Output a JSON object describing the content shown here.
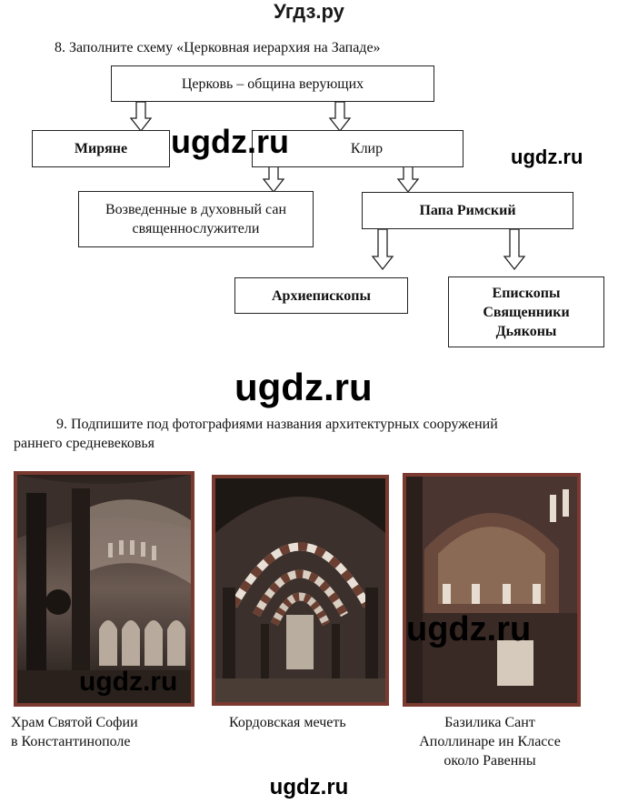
{
  "site": {
    "title": "Угдз.ру"
  },
  "task8": {
    "text": "8. Заполните схему «Церковная иерархия на Западе»",
    "nodes": {
      "church": "Церковь – община верующих",
      "laity": "Миряне",
      "clergy": "Клир",
      "ordained_line1": "Возведенные в духовный сан",
      "ordained_line2": "священнослужители",
      "pope": "Папа  Римский",
      "archbishops": "Архиепископы",
      "bishops": "Епископы",
      "priests": "Священники",
      "deacons": "Дьяконы"
    }
  },
  "task9": {
    "text_line1": "9. Подпишите под фотографиями названия архитектурных сооружений",
    "text_line2": "раннего средневековья",
    "captions": {
      "sofia_line1": "Храм Святой Софии",
      "sofia_line2": "в Константинополе",
      "cordoba": "Кордовская мечеть",
      "basilica_line1": "Базилика Сант",
      "basilica_line2": "Аполлинаре ин Классе",
      "basilica_line3": "около Равенны"
    }
  },
  "watermarks": {
    "w1": "ugdz.ru",
    "w2": "ugdz.ru",
    "w3": "ugdz.ru",
    "w4": "ugdz.ru",
    "w5": "ugdz.ru",
    "w6": "ugdz.ru"
  },
  "colors": {
    "photo_frame": "#7a3a30",
    "border": "#222222"
  }
}
